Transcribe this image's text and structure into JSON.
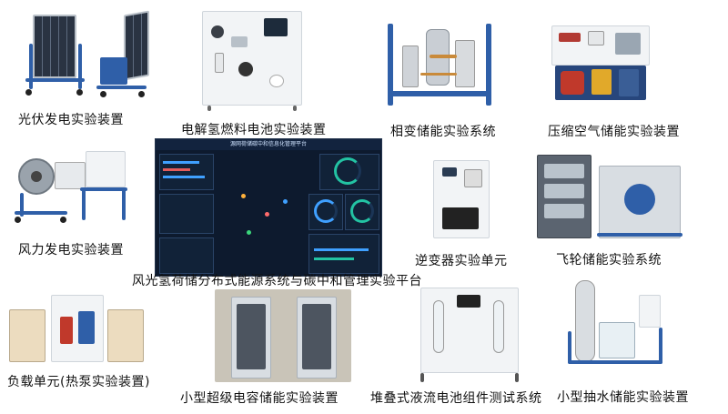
{
  "captions": {
    "pv": "光伏发电实验装置",
    "electrolysis": "电解氢燃料电池实验装置",
    "phase_change": "相变储能实验系统",
    "compressed_air": "压缩空气储能实验装置",
    "wind": "风力发电实验装置",
    "platform": "风光氢荷储分布式能源系统与碳中和管理实验平台",
    "inverter": "逆变器实验单元",
    "flywheel": "飞轮储能实验系统",
    "load_unit": "负载单元(热泵实验装置)",
    "supercap": "小型超级电容储能实验装置",
    "flow_battery": "堆叠式液流电池组件测试系统",
    "pumped_hydro": "小型抽水储能实验装置"
  },
  "dashboard": {
    "title": "源网荷储碳中和信息化管理平台"
  },
  "colors": {
    "frame_blue": "#2f5fa8",
    "dashboard_bg": "#0d1a2e",
    "accent_teal": "#23c3a3"
  }
}
